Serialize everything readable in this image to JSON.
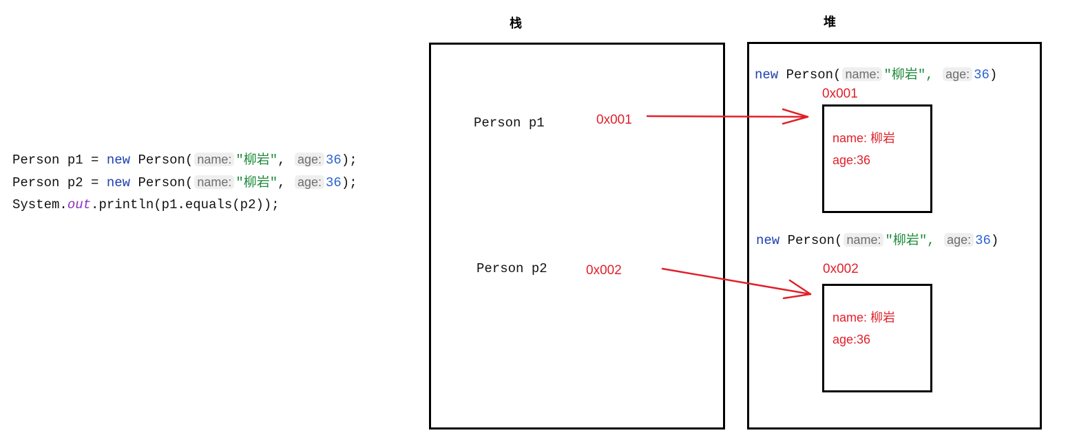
{
  "code": {
    "line1": {
      "type": "Person",
      "var": "p1",
      "eq": "=",
      "kw": "new",
      "ctor": "Person",
      "hint_name": "name:",
      "name_val": "\"柳岩\"",
      "hint_age": "age:",
      "age_val": "36",
      "end": ");"
    },
    "line2": {
      "type": "Person",
      "var": "p2",
      "eq": "=",
      "kw": "new",
      "ctor": "Person",
      "hint_name": "name:",
      "name_val": "\"柳岩\"",
      "hint_age": "age:",
      "age_val": "36",
      "end": ");"
    },
    "line3": {
      "cls": "System.",
      "field": "out",
      "call": ".println(p1.equals(p2));"
    }
  },
  "stack": {
    "title": "栈",
    "vars": [
      {
        "label": "Person p1",
        "addr": "0x001"
      },
      {
        "label": "Person p2",
        "addr": "0x002"
      }
    ]
  },
  "heap": {
    "title": "堆",
    "objects": [
      {
        "kw": "new",
        "ctor": "Person(",
        "hint_name": "name:",
        "name_val": "\"柳岩\",",
        "hint_age": "age:",
        "age_val": "36",
        "end": ")",
        "addr": "0x001",
        "field1": "name: 柳岩",
        "field2": "age:36"
      },
      {
        "kw": "new",
        "ctor": "Person(",
        "hint_name": "name:",
        "name_val": "\"柳岩\",",
        "hint_age": "age:",
        "age_val": "36",
        "end": ")",
        "addr": "0x002",
        "field1": "name: 柳岩",
        "field2": "age:36"
      }
    ]
  },
  "colors": {
    "arrow": "#e0202a",
    "keyword": "#1f3fb0",
    "string": "#1d8a3a",
    "number": "#2b63d0",
    "field": "#8b2fc4"
  }
}
